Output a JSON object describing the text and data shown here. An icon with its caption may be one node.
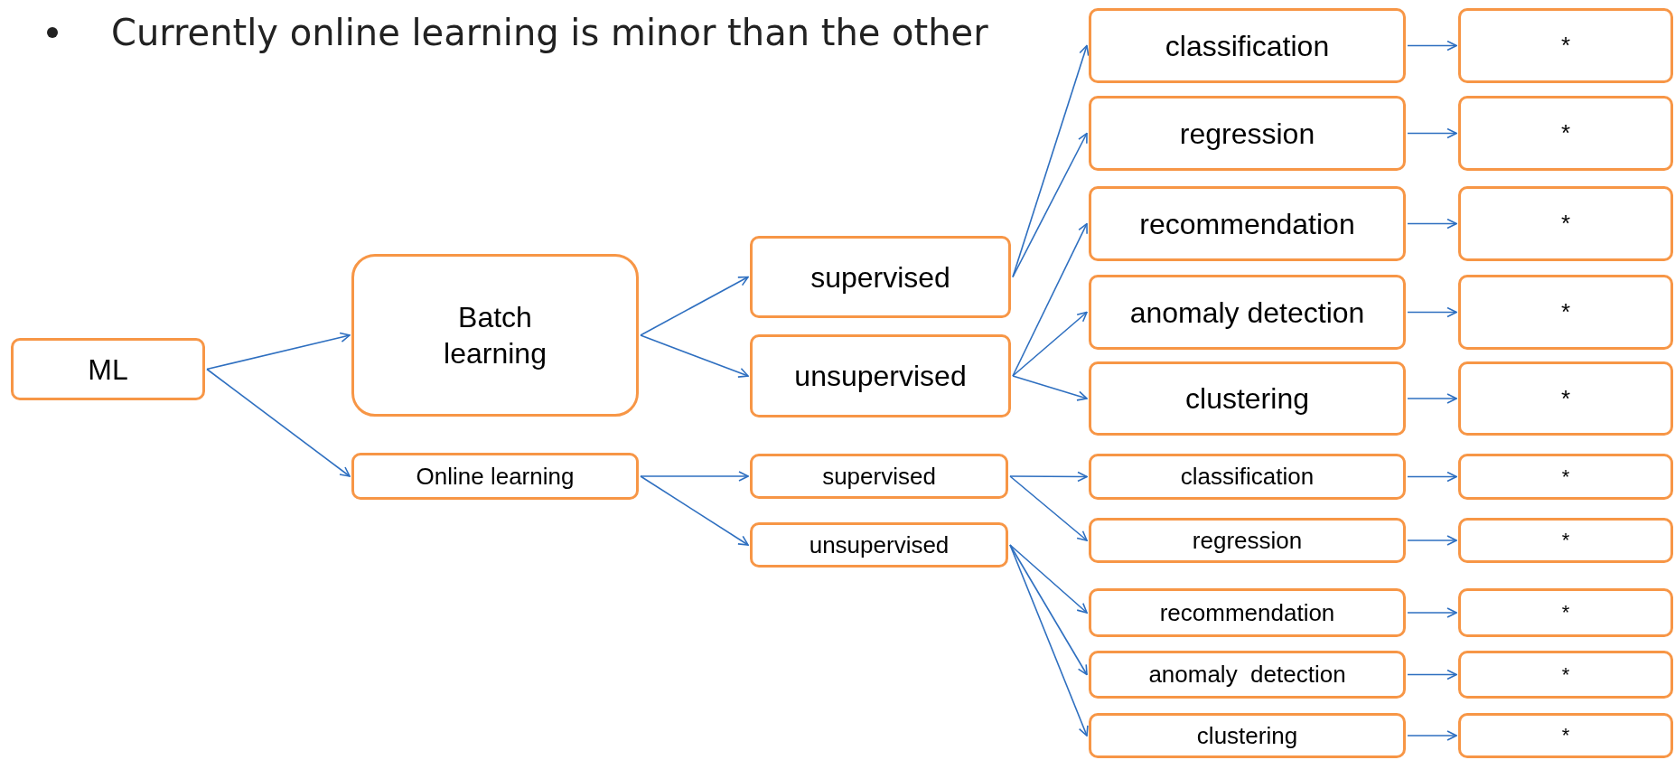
{
  "diagram": {
    "nodes": [
      {
        "text": [
          "ML"
        ]
      },
      {
        "text": [
          "Batch learning"
        ]
      },
      {
        "text": [
          "Online learning"
        ]
      },
      {
        "text": [
          "supervised"
        ]
      },
      {
        "text": [
          "unsupervised"
        ]
      },
      {
        "text": [
          "supervised"
        ]
      },
      {
        "text": [
          "unsupervised"
        ]
      },
      {
        "text": [
          "classification"
        ]
      },
      {
        "text": [
          "regression"
        ]
      },
      {
        "text": [
          "recommendation"
        ]
      },
      {
        "text": [
          "anomaly detection"
        ]
      },
      {
        "text": [
          "clustering"
        ]
      },
      {
        "text": [
          "classification"
        ]
      },
      {
        "text": [
          "regression"
        ]
      },
      {
        "text": [
          "recommendation"
        ]
      },
      {
        "text": [
          "anomaly  detection"
        ]
      },
      {
        "text": [
          "clustering"
        ]
      },
      {
        "text": [
          "*"
        ]
      },
      {
        "text": [
          "*"
        ]
      },
      {
        "text": [
          "*"
        ]
      },
      {
        "text": [
          "*"
        ]
      },
      {
        "text": [
          "*"
        ]
      },
      {
        "text": [
          "*"
        ]
      },
      {
        "text": [
          "*"
        ]
      },
      {
        "text": [
          "*"
        ]
      },
      {
        "text": [
          "*"
        ]
      },
      {
        "text": [
          "*"
        ]
      }
    ],
    "edges": [
      {
        "from": 0,
        "to": 1,
        "arrow": "to"
      },
      {
        "from": 0,
        "to": 2,
        "arrow": "to"
      },
      {
        "from": 1,
        "to": 3,
        "arrow": "to"
      },
      {
        "from": 1,
        "to": 4,
        "arrow": "to"
      },
      {
        "from": 2,
        "to": 5,
        "arrow": "to"
      },
      {
        "from": 2,
        "to": 6,
        "arrow": "to"
      },
      {
        "from": 3,
        "to": 7,
        "arrow": "to"
      },
      {
        "from": 3,
        "to": 8,
        "arrow": "to"
      },
      {
        "from": 4,
        "to": 9,
        "arrow": "to"
      },
      {
        "from": 4,
        "to": 10,
        "arrow": "to"
      },
      {
        "from": 4,
        "to": 11,
        "arrow": "to"
      },
      {
        "from": 5,
        "to": 12,
        "arrow": "to"
      },
      {
        "from": 5,
        "to": 13,
        "arrow": "to"
      },
      {
        "from": 6,
        "to": 14,
        "arrow": "to"
      },
      {
        "from": 6,
        "to": 15,
        "arrow": "to"
      },
      {
        "from": 6,
        "to": 16,
        "arrow": "to"
      },
      {
        "from": 7,
        "to": 17,
        "arrow": "to"
      },
      {
        "from": 8,
        "to": 18,
        "arrow": "to"
      },
      {
        "from": 9,
        "to": 19,
        "arrow": "to"
      },
      {
        "from": 10,
        "to": 20,
        "arrow": "to"
      },
      {
        "from": 11,
        "to": 21,
        "arrow": "to"
      },
      {
        "from": 12,
        "to": 22,
        "arrow": "to"
      },
      {
        "from": 13,
        "to": 23,
        "arrow": "to"
      },
      {
        "from": 14,
        "to": 24,
        "arrow": "to"
      },
      {
        "from": 15,
        "to": 25,
        "arrow": "to"
      },
      {
        "from": 16,
        "to": 26,
        "arrow": "to"
      }
    ],
    "labels": [
      "Currently online learning is minor than the other"
    ]
  }
}
